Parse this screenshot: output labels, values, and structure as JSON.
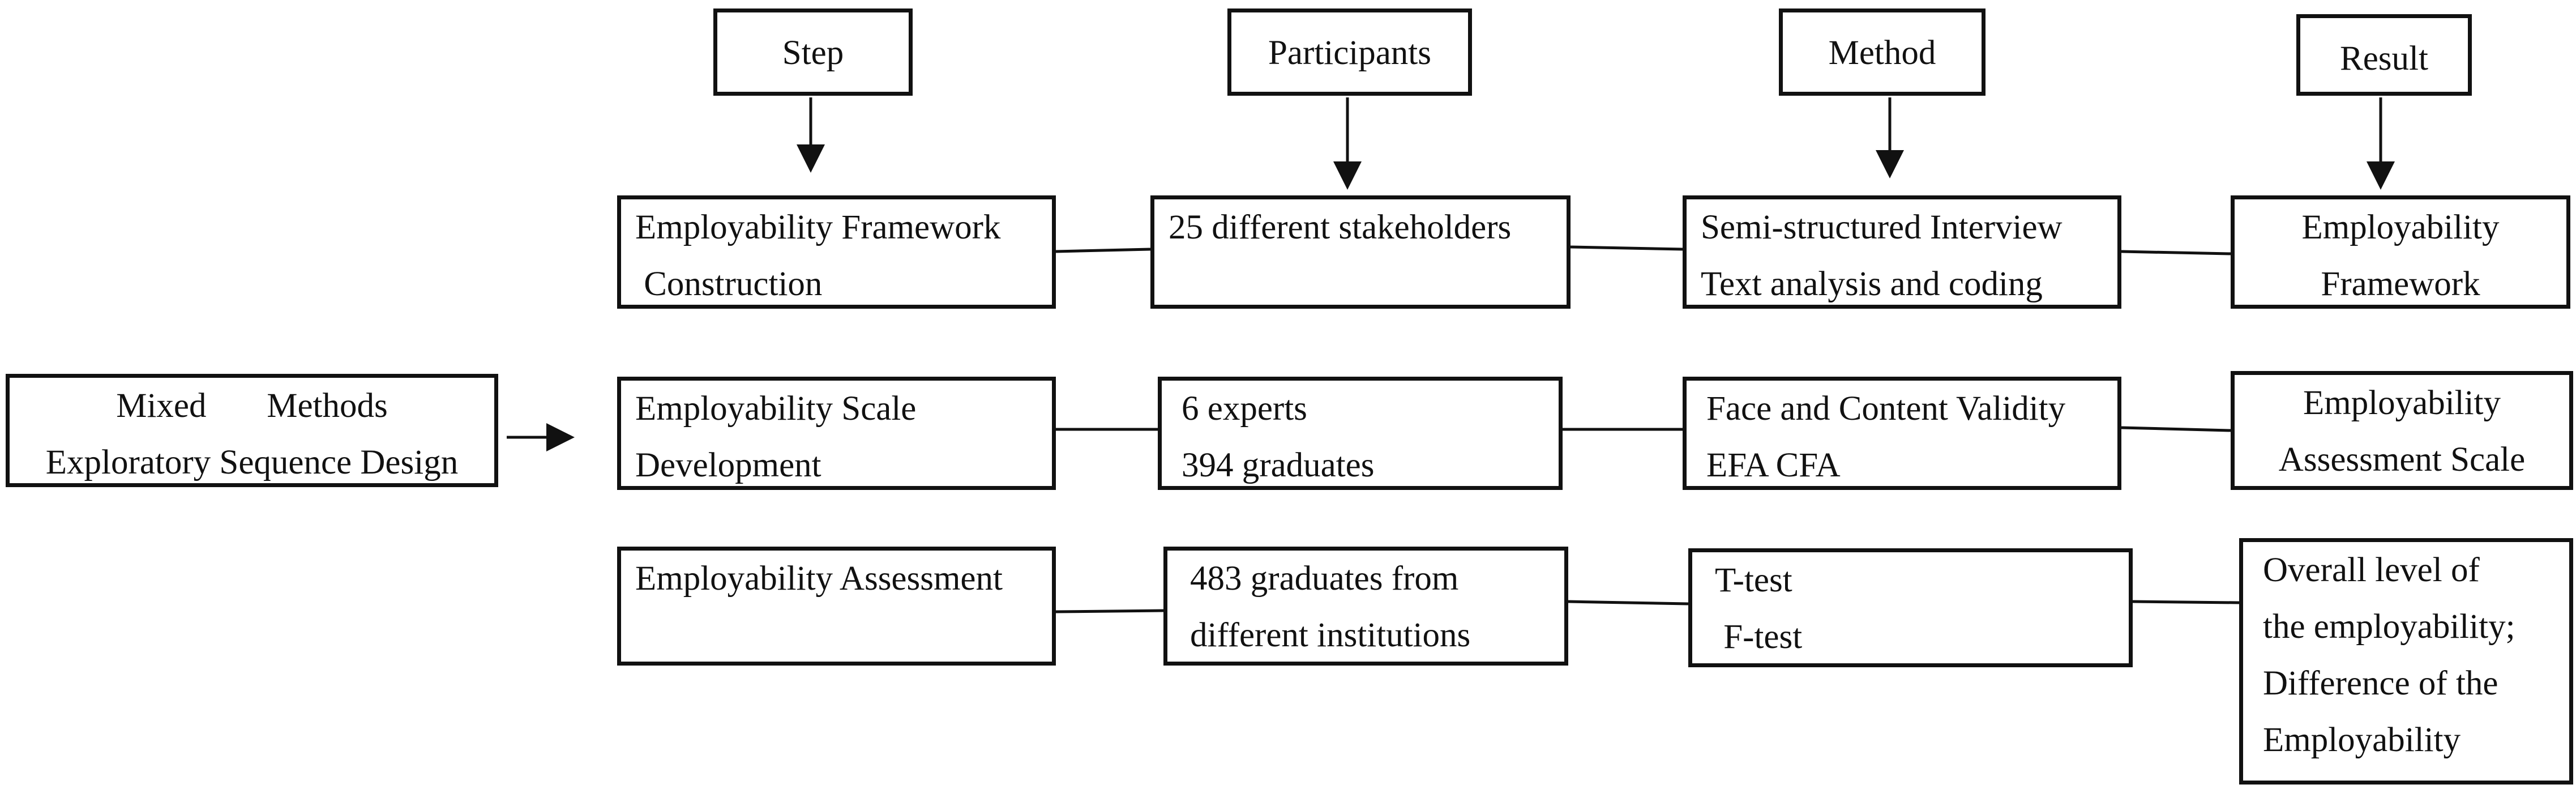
{
  "headers": {
    "step": "Step",
    "participants": "Participants",
    "method": "Method",
    "result": "Result"
  },
  "design_box": {
    "line1": "Mixed       Methods",
    "line2": "Exploratory Sequence Design"
  },
  "rows": [
    {
      "step": [
        "Employability Framework",
        " Construction"
      ],
      "participants": [
        "25 different stakeholders"
      ],
      "method": [
        "Semi-structured Interview",
        "Text analysis and coding"
      ],
      "result": [
        "Employability",
        "Framework"
      ]
    },
    {
      "step": [
        "Employability Scale",
        "Development"
      ],
      "participants": [
        "6 experts",
        "394 graduates"
      ],
      "method": [
        "Face and Content Validity",
        "EFA CFA"
      ],
      "result": [
        "Employability",
        "Assessment Scale"
      ]
    },
    {
      "step": [
        "Employability Assessment"
      ],
      "participants": [
        "483 graduates from",
        "different institutions"
      ],
      "method": [
        "T-test",
        " F-test"
      ],
      "result": [
        "Overall level of",
        "the employability;",
        "Difference of the",
        "Employability"
      ]
    }
  ]
}
